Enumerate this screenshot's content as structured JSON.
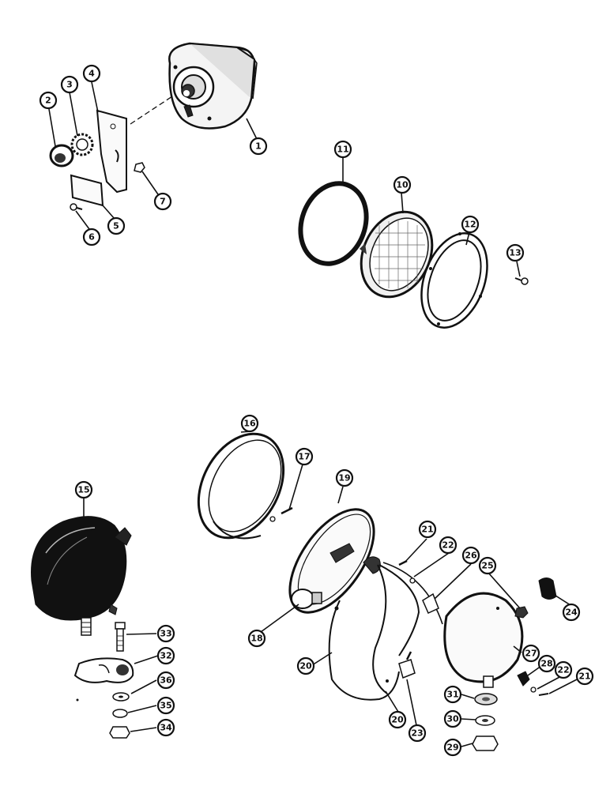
{
  "callouts": [
    "1",
    "2",
    "3",
    "4",
    "5",
    "6",
    "7",
    "10",
    "11",
    "12",
    "13",
    "15",
    "16",
    "17",
    "18",
    "19",
    "20",
    "20",
    "21",
    "21",
    "22",
    "22",
    "23",
    "24",
    "25",
    "26",
    "27",
    "28",
    "29",
    "30",
    "31",
    "32",
    "33",
    "34",
    "35",
    "36"
  ]
}
